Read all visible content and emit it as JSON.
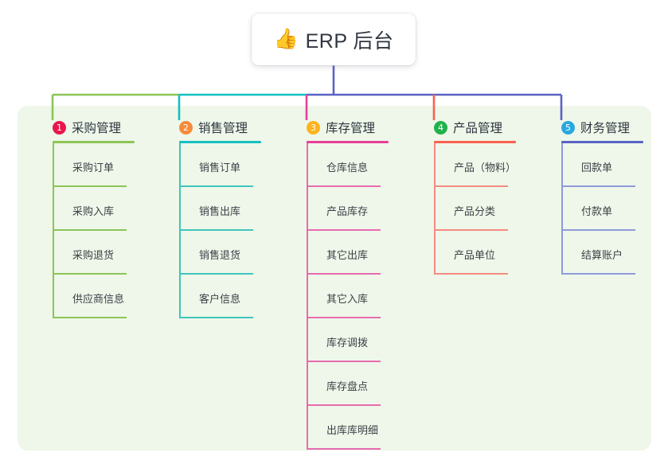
{
  "root": {
    "icon": "thumbs-up-icon",
    "emoji": "👍",
    "title": "ERP 后台"
  },
  "theme": {
    "page_background": "#ffffff",
    "panel_background": "#eef7e9",
    "text_color": "#2f3640",
    "item_text_color": "#3c4148",
    "root_connector_color": "#5a63c4"
  },
  "columns": [
    {
      "number": "1",
      "title": "采购管理",
      "badge_color": "#e8174c",
      "rule_color": "#8cc557",
      "line_color": "#8cc557",
      "items": [
        {
          "label": "采购订单"
        },
        {
          "label": "采购入库"
        },
        {
          "label": "采购退货"
        },
        {
          "label": "供应商信息"
        }
      ]
    },
    {
      "number": "2",
      "title": "销售管理",
      "badge_color": "#f58b3c",
      "rule_color": "#14c0c0",
      "line_color": "#3fc5bd",
      "items": [
        {
          "label": "销售订单"
        },
        {
          "label": "销售出库"
        },
        {
          "label": "销售退货"
        },
        {
          "label": "客户信息"
        }
      ]
    },
    {
      "number": "3",
      "title": "库存管理",
      "badge_color": "#ffb21c",
      "rule_color": "#e83f9a",
      "line_color": "#e86bb0",
      "items": [
        {
          "label": "仓库信息"
        },
        {
          "label": "产品库存"
        },
        {
          "label": "其它出库"
        },
        {
          "label": "其它入库"
        },
        {
          "label": "库存调拨"
        },
        {
          "label": "库存盘点"
        },
        {
          "label": "出库库明细"
        }
      ]
    },
    {
      "number": "4",
      "title": "产品管理",
      "badge_color": "#22b14c",
      "rule_color": "#f9604f",
      "line_color": "#f58b82",
      "items": [
        {
          "label": "产品（物料）"
        },
        {
          "label": "产品分类"
        },
        {
          "label": "产品单位"
        }
      ]
    },
    {
      "number": "5",
      "title": "财务管理",
      "badge_color": "#29a8e0",
      "rule_color": "#5a63c4",
      "line_color": "#8e9adb",
      "items": [
        {
          "label": "回款单"
        },
        {
          "label": "付款单"
        },
        {
          "label": "结算账户"
        }
      ]
    }
  ],
  "connectors": {
    "bus_segments": [
      {
        "from_column": 0,
        "to_column": 1,
        "color": "#8cc557"
      },
      {
        "from_column": 1,
        "to_column": 2,
        "color": "#14c0c0"
      },
      {
        "from_column": 2,
        "to_column": 4,
        "color": "#5a63c4"
      }
    ],
    "drop_colors": [
      "#8cc557",
      "#14c0c0",
      "#e83f9a",
      "#f9604f",
      "#5a63c4"
    ]
  }
}
